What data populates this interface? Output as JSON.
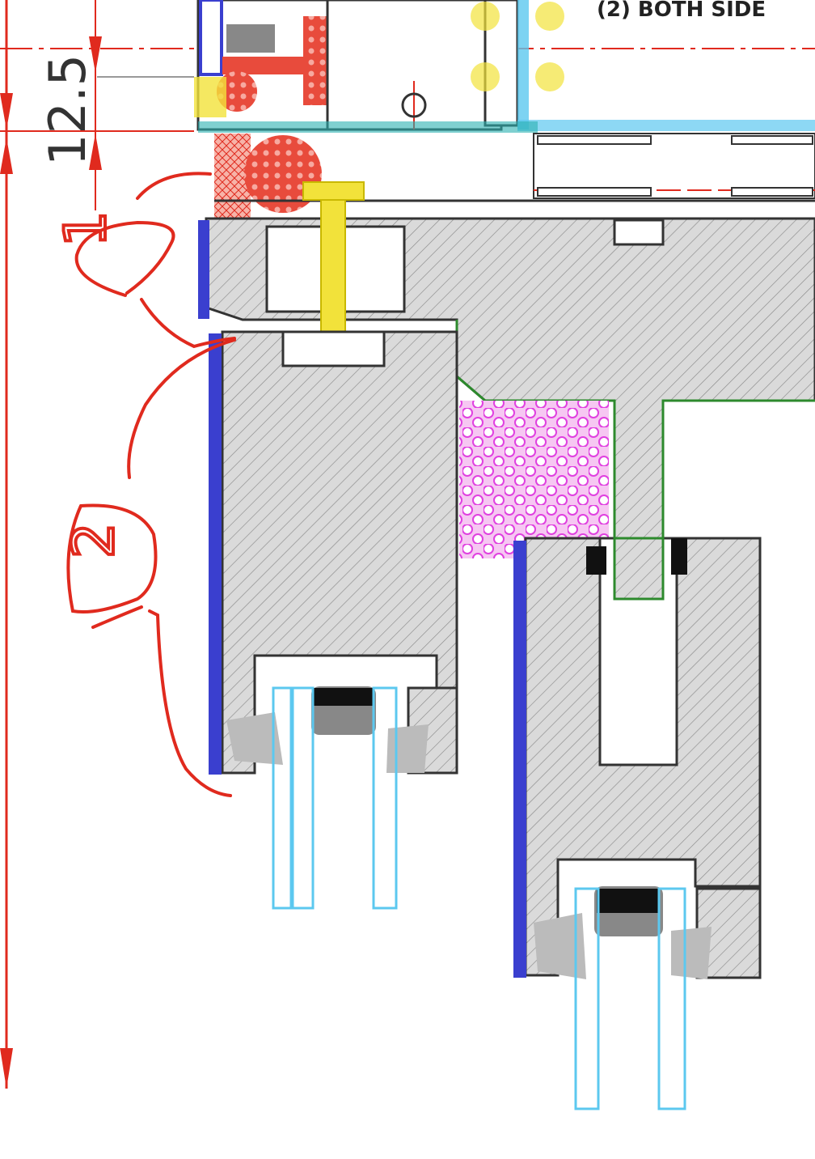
{
  "drawing": {
    "dimension_label": "12.5",
    "top_note": "(2) BOTH SIDE",
    "handwritten_markers": [
      "1",
      "2"
    ]
  },
  "colors": {
    "markup_red": "#e02a1e",
    "frame_blue": "#3a3fcf",
    "glass_cyan": "#5cc8ef",
    "insulation_magenta": "#e040e0",
    "screw_yellow": "#f2e23a",
    "gasket_green": "#2d8a2d",
    "profile_gray": "#d9d9d9"
  }
}
